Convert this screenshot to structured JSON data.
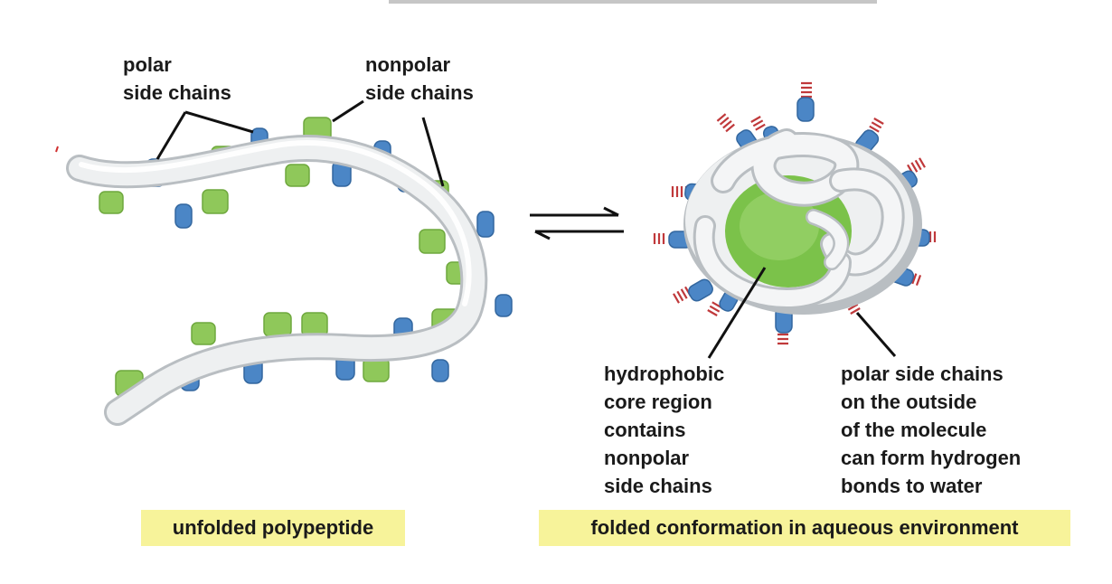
{
  "labels": {
    "polar_side_chains": "polar\nside chains",
    "nonpolar_side_chains": "nonpolar\nside chains",
    "hydrophobic_core": "hydrophobic\ncore region\ncontains\nnonpolar\nside chains",
    "polar_outside": "polar side chains\non the outside\nof the molecule\ncan form hydrogen\nbonds to water"
  },
  "captions": {
    "unfolded": "unfolded polypeptide",
    "folded": "folded conformation in aqueous environment"
  },
  "colors": {
    "backbone": "#eef0f1",
    "backbone_edge": "#b9bec2",
    "polar": "#4b86c6",
    "nonpolar": "#8fc85a",
    "water": "#c0393b",
    "core": "#7bc24a",
    "caption_bg": "#f7f39a"
  },
  "icons": {
    "equilibrium": "equilibrium-arrows-icon"
  }
}
